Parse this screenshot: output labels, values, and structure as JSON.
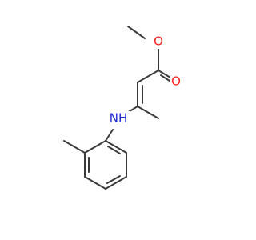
{
  "molecule": {
    "atoms": {
      "ester_oxygen": {
        "label": "O",
        "color": "#ff2020"
      },
      "carbonyl_oxygen": {
        "label": "O",
        "color": "#ff2020"
      },
      "amine_nitrogen": {
        "label": "NH",
        "color": "#1f2ccf"
      }
    },
    "bond_color": "#3a3a3a"
  }
}
